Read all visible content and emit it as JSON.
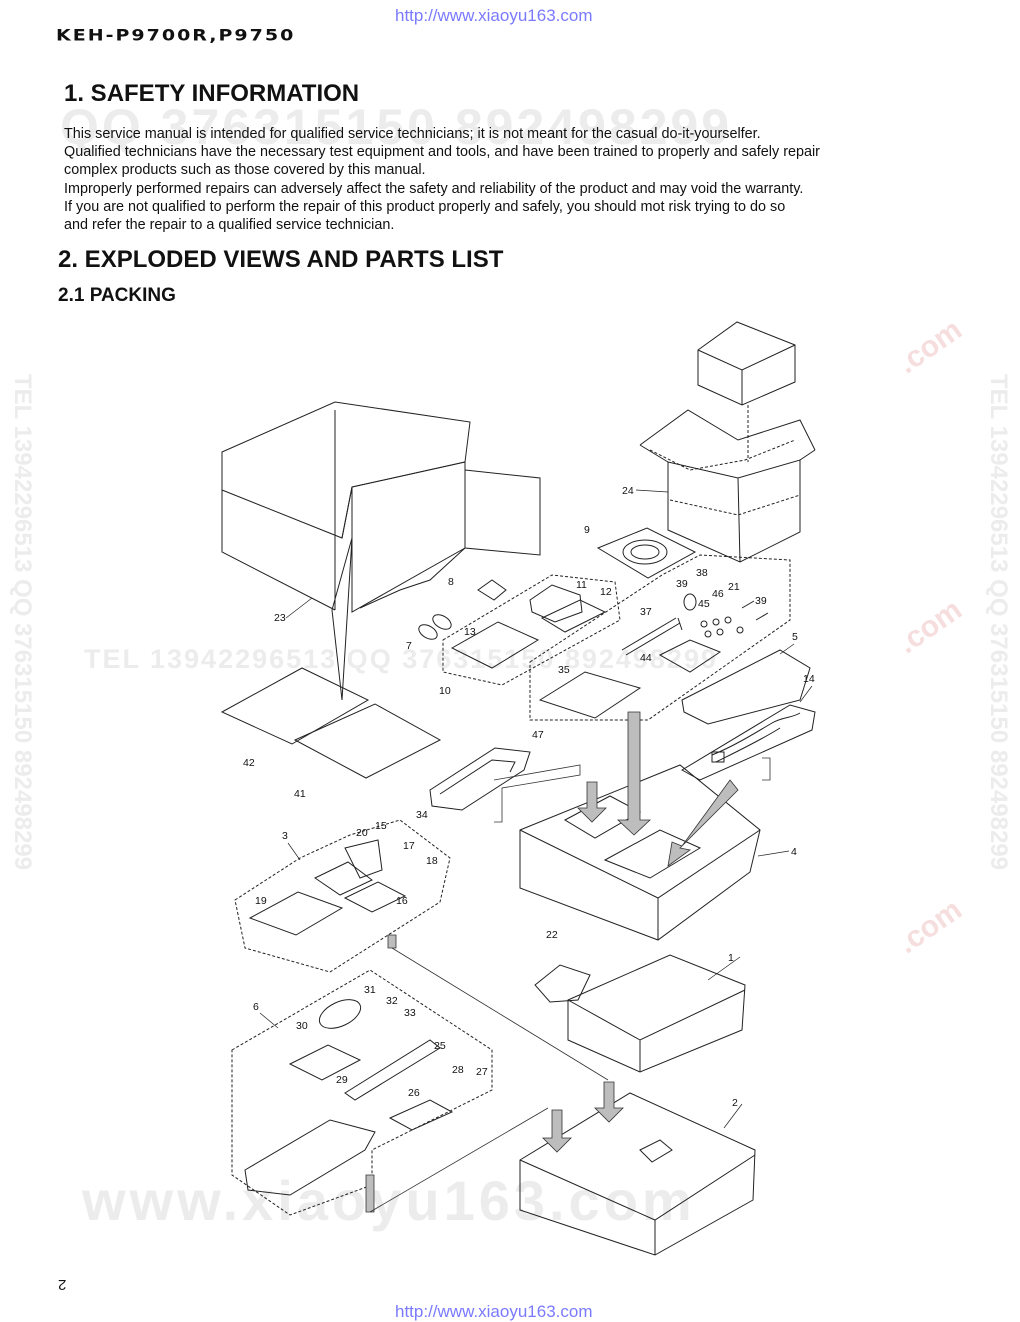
{
  "header": {
    "url_top": "http://www.xiaoyu163.com",
    "model": "KEH-P9700R,P9750"
  },
  "section1": {
    "title": "1. SAFETY INFORMATION",
    "lines": [
      "This service manual is intended for qualified service technicians; it is not meant for the casual do-it-yourselfer.",
      "Qualified technicians have the necessary test equipment and tools, and have been trained to properly and safely repair",
      "complex products such as those covered by this manual.",
      "Improperly performed repairs can adversely affect the safety and reliability of the product and may void the warranty.",
      "If you are not qualified to perform the repair of this product properly and safely, you should mot risk trying to do so",
      "and refer the repair to a qualified service technician."
    ]
  },
  "section2": {
    "title": "2. EXPLODED VIEWS AND PARTS LIST",
    "subtitle": "2.1 PACKING"
  },
  "diagram": {
    "callouts": [
      "1",
      "2",
      "3",
      "4",
      "5",
      "6",
      "7",
      "8",
      "9",
      "10",
      "11",
      "12",
      "13",
      "14",
      "15",
      "16",
      "17",
      "18",
      "19",
      "20",
      "21",
      "22",
      "23",
      "24",
      "25",
      "26",
      "27",
      "28",
      "29",
      "30",
      "31",
      "32",
      "33",
      "34",
      "35",
      "37",
      "38",
      "39",
      "39",
      "41",
      "42",
      "44",
      "45",
      "46",
      "47"
    ]
  },
  "watermarks": {
    "qq": "QQ 376315150   892498299",
    "tel_row": "TEL 13942296513   QQ 376315150   892498299",
    "tel_vertical": "TEL 13942296513 QQ 376315150 892498299",
    "site": "www.xiaoyu163.com",
    "dotcom": ".com"
  },
  "footer": {
    "page_number": "2",
    "url_bottom": "http://www.xiaoyu163.com"
  }
}
